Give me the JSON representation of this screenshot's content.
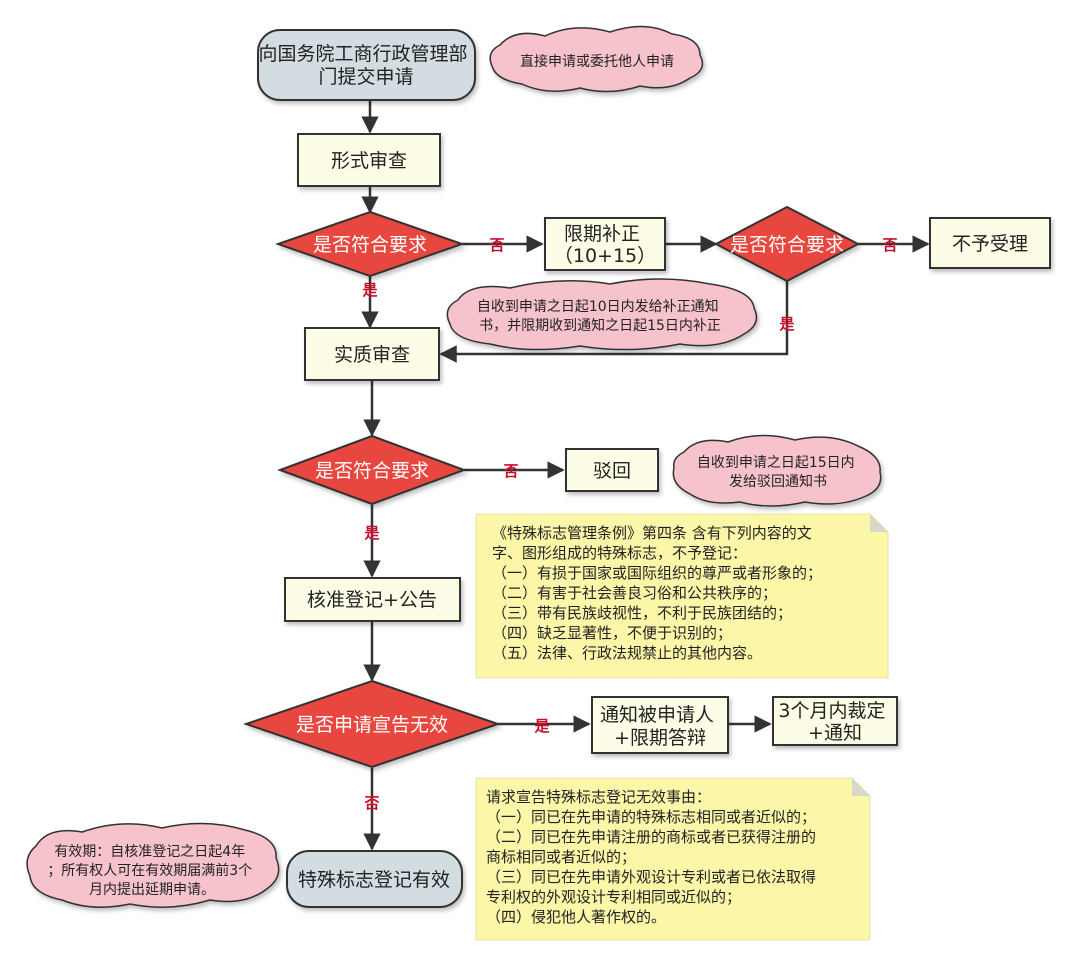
{
  "colors": {
    "terminal": "#d3dde1",
    "process": "#fdfde7",
    "decision": "#e8463f",
    "cloud": "#f6c3cc",
    "note": "#fbf6a8",
    "edge": "#333333",
    "label": "#c8102e"
  },
  "nodes": {
    "start": [
      "向国务院工商行政管理部",
      "门提交申请"
    ],
    "formal_review": [
      "形式审查"
    ],
    "decision1": [
      "是否符合要求"
    ],
    "correction": [
      "限期补正",
      "（10+15）"
    ],
    "decision2": [
      "是否符合要求"
    ],
    "not_accepted": [
      "不予受理"
    ],
    "substantive_review": [
      "实质审查"
    ],
    "decision3": [
      "是否符合要求"
    ],
    "rejected": [
      "驳回"
    ],
    "approve": [
      "核准登记+公告"
    ],
    "decision4": [
      "是否申请宣告无效"
    ],
    "notify": [
      "通知被申请人",
      "+限期答辩"
    ],
    "ruling": [
      "3个月内裁定",
      "+通知"
    ],
    "valid": [
      "特殊标志登记有效"
    ]
  },
  "edge_labels": {
    "no1": "否",
    "yes1": "是",
    "no2": "否",
    "yes2": "是",
    "no3": "否",
    "yes3": "是",
    "yes4": "是",
    "no4": "否"
  },
  "clouds": {
    "submit": [
      "直接申请或委托他人申请"
    ],
    "correction_notice": [
      "自收到申请之日起10日内发给补正通知",
      "书，并限期收到通知之日起15日内补正"
    ],
    "reject_notice": [
      "自收到申请之日起15日内",
      "发给驳回通知书"
    ],
    "validity": [
      "有效期：自核准登记之日起4年",
      "；所有权人可在有效期届满前3个",
      "月内提出延期申请。"
    ]
  },
  "notes": {
    "prohibited": [
      "《特殊标志管理条例》第四条  含有下列内容的文",
      "字、图形组成的特殊标志，不予登记：",
      "（一）有损于国家或国际组织的尊严或者形象的；",
      "（二）有害于社会善良习俗和公共秩序的；",
      "（三）带有民族歧视性，不利于民族团结的；",
      "（四）缺乏显著性，不便于识别的；",
      "（五）法律、行政法规禁止的其他内容。"
    ],
    "invalidation": [
      "请求宣告特殊标志登记无效事由：",
      "（一）同已在先申请的特殊标志相同或者近似的；",
      "（二）同已在先申请注册的商标或者已获得注册的",
      "商标相同或者近似的；",
      "（三）同已在先申请外观设计专利或者已依法取得",
      "专利权的外观设计专利相同或近似的；",
      "（四）侵犯他人著作权的。"
    ]
  }
}
